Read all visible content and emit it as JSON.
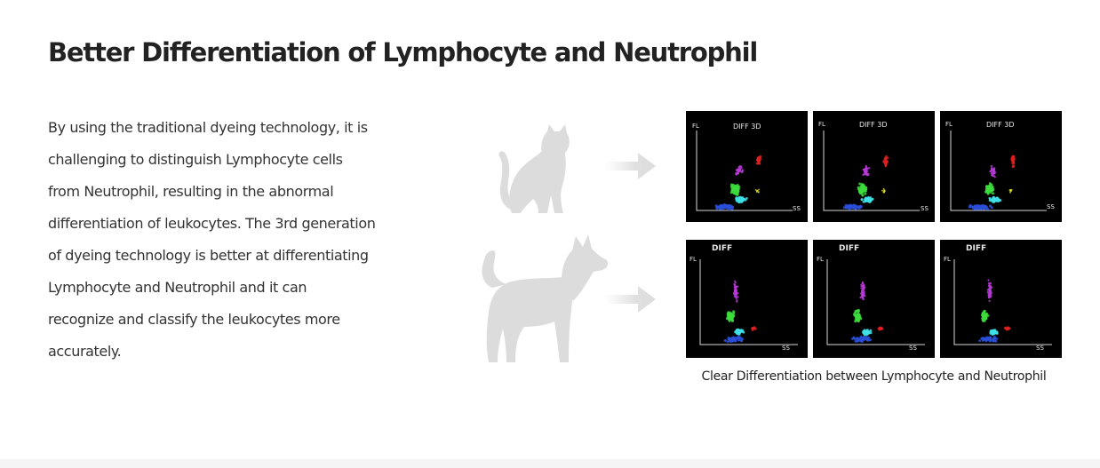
{
  "section": {
    "title": "Better Differentiation of Lymphocyte and Neutrophil",
    "description_lines": [
      "By using the traditional dyeing technology, it is",
      "challenging to distinguish Lymphocyte cells",
      "from Neutrophil, resulting in the abnormal",
      "differentiation of leukocytes. The 3rd generation",
      "of dyeing technology is better at differentiating",
      "Lymphocyte and Neutrophil and it can",
      "recognize and classify the leukocytes more",
      "accurately."
    ],
    "caption": "Clear Differentiation between Lymphocyte and Neutrophil"
  },
  "illustrations": {
    "cat_icon": "cat-silhouette",
    "dog_icon": "dog-silhouette",
    "arrow_icon": "arrow-right",
    "silhouette_color": "#dddddd"
  },
  "scattergrams": {
    "cat_row": [
      {
        "title": "DIFF 3D",
        "y_axis": "FL",
        "x_axis": "SS"
      },
      {
        "title": "DIFF 3D",
        "y_axis": "FL",
        "x_axis": "SS"
      },
      {
        "title": "DIFF 3D",
        "y_axis": "FL",
        "x_axis": "SS"
      }
    ],
    "dog_row": [
      {
        "title": "DIFF",
        "y_axis": "FL",
        "x_axis": "SS"
      },
      {
        "title": "DIFF",
        "y_axis": "FL",
        "x_axis": "SS"
      },
      {
        "title": "DIFF",
        "y_axis": "FL",
        "x_axis": "SS"
      }
    ]
  },
  "colors": {
    "title": "#222222",
    "text": "#333333",
    "plot_background": "#000000",
    "cluster_green": "#3ddc3d",
    "cluster_cyan": "#3fe0e8",
    "cluster_blue": "#2a4fd8",
    "cluster_magenta": "#b83ad8",
    "cluster_red": "#e02020",
    "cluster_yellow": "#d8d830",
    "bottom_band": "#f5f5f5"
  }
}
